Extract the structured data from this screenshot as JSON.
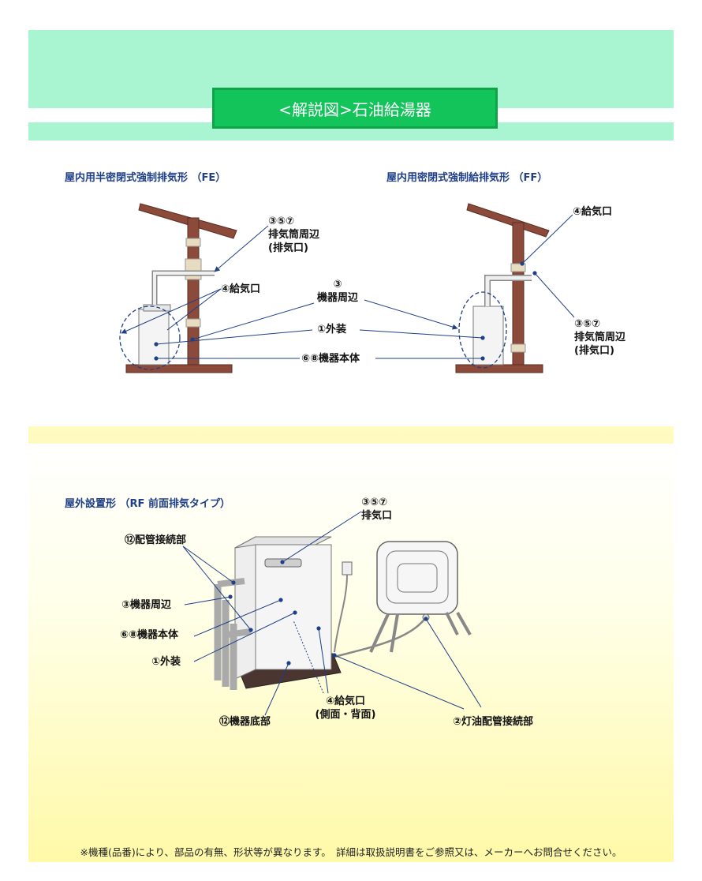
{
  "header": {
    "title": "<解説図>石油給湯器"
  },
  "sections": {
    "fe": {
      "title": "屋内用半密閉式強制排気形 （FE）",
      "labels": {
        "exhaust": [
          "③⑤⑦",
          "排気筒周辺",
          "(排気口)"
        ],
        "air_intake": "④給気口",
        "surroundings": [
          "③",
          "機器周辺"
        ],
        "exterior": "①外装",
        "body": "⑥⑧機器本体"
      }
    },
    "ff": {
      "title": "屋内用密閉式強制給排気形 （FF）",
      "labels": {
        "air_intake": "④給気口",
        "exhaust": [
          "③⑤⑦",
          "排気筒周辺",
          "(排気口)"
        ]
      }
    },
    "rf": {
      "title": "屋外設置形 （RF 前面排気タイプ）",
      "labels": {
        "exhaust": [
          "③⑤⑦",
          "排気口"
        ],
        "pipe_connection": "⑫配管接続部",
        "surroundings": "③機器周辺",
        "body": "⑥⑧機器本体",
        "exterior": "①外装",
        "air_intake": [
          "④給気口",
          "(側面・背面)"
        ],
        "bottom": "⑫機器底部",
        "kerosene_pipe": "②灯油配管接続部"
      }
    }
  },
  "footer": "※機種(品番)により、部品の有無、形状等が異なります。　詳細は取扱説明書をご参照又は、メーカーへお問合せください。",
  "colors": {
    "mint": "#a9f5d2",
    "title_green": "#12c45a",
    "wall_brown": "#8b4a3a",
    "line_navy": "#1f3f86",
    "section_title": "#1f3f86"
  }
}
